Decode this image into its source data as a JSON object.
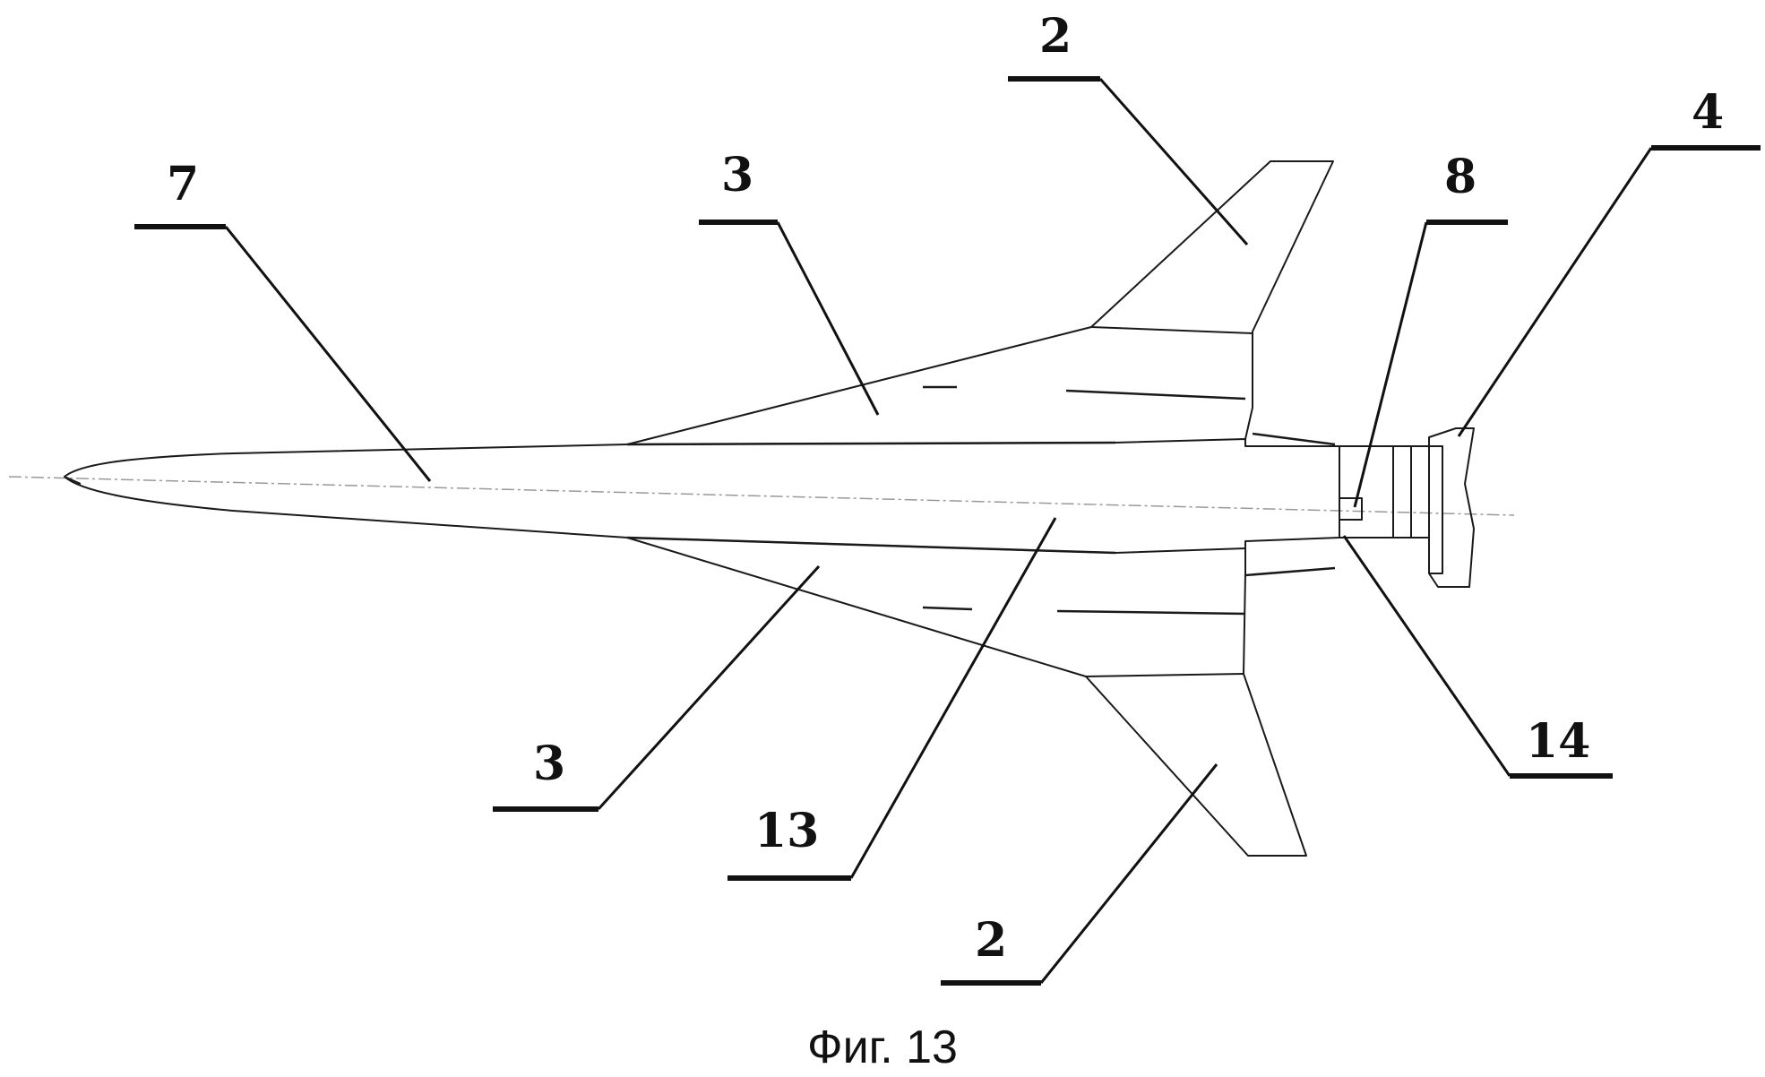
{
  "figure": {
    "caption": "Фиг. 13",
    "labels": [
      {
        "id": "nose",
        "text": "7"
      },
      {
        "id": "wing-upper",
        "text": "3"
      },
      {
        "id": "fin-upper",
        "text": "2"
      },
      {
        "id": "nozzle-ref",
        "text": "8"
      },
      {
        "id": "engine-ref",
        "text": "4"
      },
      {
        "id": "wing-lower",
        "text": "3"
      },
      {
        "id": "body-ref",
        "text": "13"
      },
      {
        "id": "tail-ref",
        "text": "14"
      },
      {
        "id": "fin-lower",
        "text": "2"
      }
    ]
  }
}
